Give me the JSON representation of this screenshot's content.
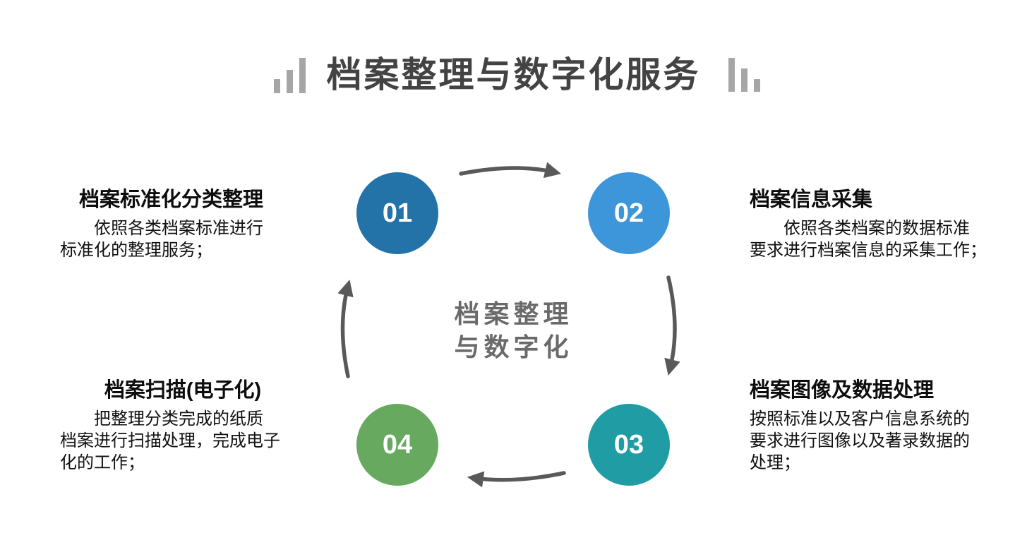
{
  "header": {
    "title": "档案整理与数字化服务"
  },
  "center_label": {
    "text": "档案整理\n与数字化"
  },
  "steps": [
    {
      "number": "01",
      "color": "#2473a8",
      "title": "档案标准化分类整理",
      "body": "依照各类档案标准进行\n标准化的整理服务；"
    },
    {
      "number": "02",
      "color": "#3d96da",
      "title": "档案信息采集",
      "body": "依照各类档案的数据标准\n要求进行档案信息的采集工作；"
    },
    {
      "number": "03",
      "color": "#1f9ca4",
      "title": "档案图像及数据处理",
      "body": "按照标准以及客户信息系统的\n要求进行图像以及著录数据的\n处理；"
    },
    {
      "number": "04",
      "color": "#67a95f",
      "title": "档案扫描(电子化)",
      "body": "把整理分类完成的纸质\n档案进行扫描处理，完成电子\n化的工作；"
    }
  ],
  "colors": {
    "arrow": "#595959",
    "title_text": "#434343",
    "center_text": "#6a6a6a",
    "bars": "#a6a6a6"
  }
}
